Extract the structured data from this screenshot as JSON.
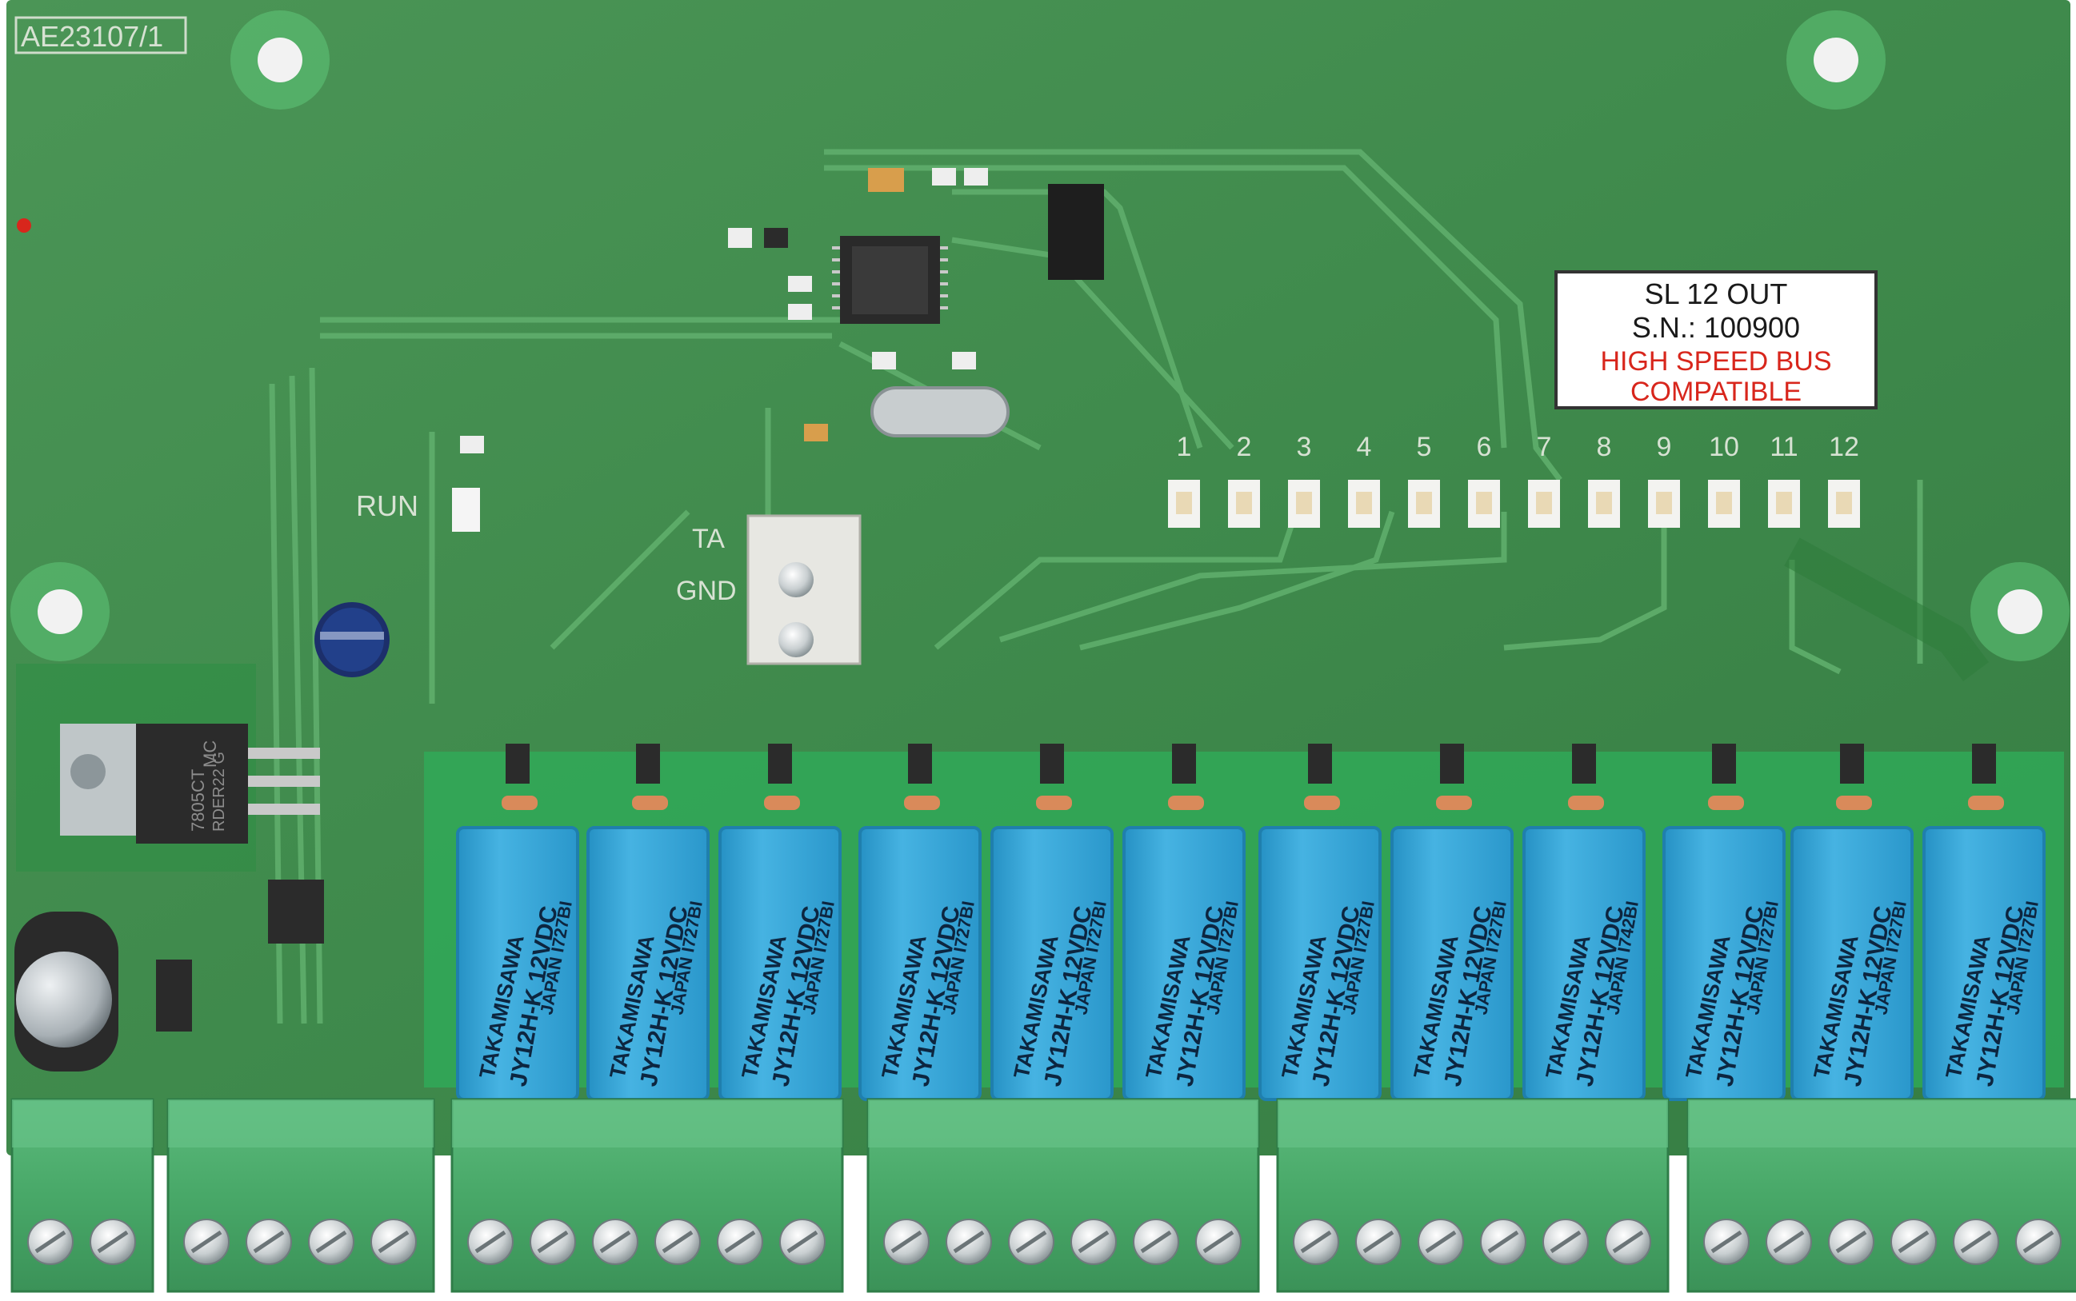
{
  "board": {
    "part_number": "AE23107/1",
    "run_label": "RUN",
    "ta_label": "TA",
    "gnd_label": "GND",
    "output_numbers": [
      "1",
      "2",
      "3",
      "4",
      "5",
      "6",
      "7",
      "8",
      "9",
      "10",
      "11",
      "12"
    ]
  },
  "sticker": {
    "line1": "SL 12 OUT",
    "line2": "S.N.: 100900",
    "line3": "HIGH SPEED BUS",
    "line4": "COMPATIBLE",
    "text_color": "#1a1a1a",
    "accent_color": "#d8261c"
  },
  "relays": {
    "brand": "TAKAMISAWA",
    "model": "JY12H-K 12VDC",
    "origins": [
      "JAPAN I727BI",
      "JAPAN I727BI",
      "JAPAN I727BI",
      "JAPAN I727BI",
      "JAPAN I727BI",
      "JAPAN I727BI",
      "JAPAN I727BI",
      "JAPAN I727BI",
      "JAPAN I742BI",
      "JAPAN I727BI",
      "JAPAN I727BI",
      "JAPAN I727BI"
    ]
  },
  "regulator": {
    "marking1": "MC",
    "marking2": "7805CT",
    "marking3": "RDER22 G"
  },
  "colors": {
    "pcb": "#3f8a4c",
    "relay": "#2fa2d6",
    "terminal": "#4fae6f"
  }
}
